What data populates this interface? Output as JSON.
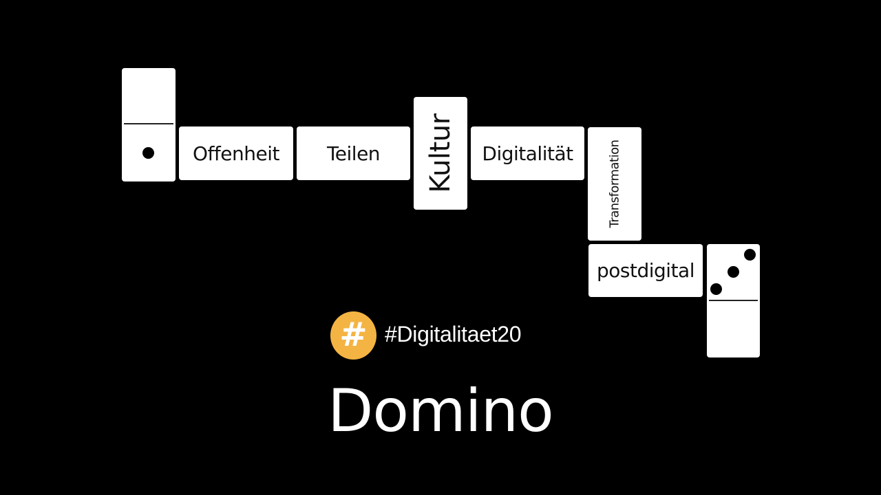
{
  "tiles": {
    "offenheit": "Offenheit",
    "teilen": "Teilen",
    "kultur": "Kultur",
    "digitalitaet": "Digitalität",
    "transformation": "Transformation",
    "postdigital": "postdigital"
  },
  "domino_start_pips": 1,
  "domino_end_pips": 3,
  "hashtag": {
    "icon": "hashtag-icon",
    "symbol": "#",
    "text": "#Digitalitaet20",
    "badge_color": "#f4b443"
  },
  "title": "Domino"
}
